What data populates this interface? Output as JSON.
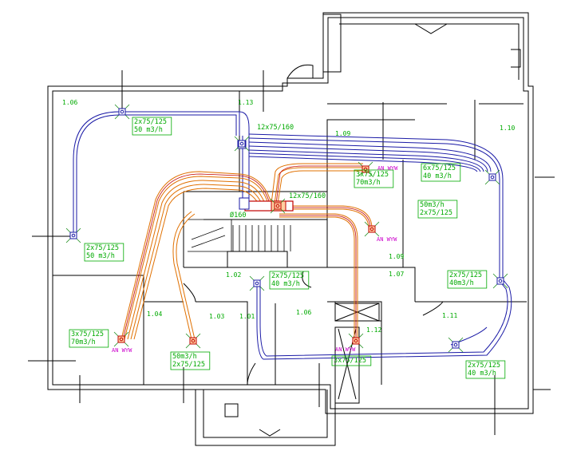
{
  "colors": {
    "background": "#ffffff",
    "walls": "#000000",
    "duct_supply": "#1a1aa6",
    "duct_exhaust": "#e07000",
    "duct_exhaust_inner": "#c00000",
    "label_text": "#00aa00",
    "magenta_text": "#cc00cc",
    "diffuser": "#1f8f1f"
  },
  "rooms": [
    {
      "id": "r106a",
      "name": "1.06"
    },
    {
      "id": "r113",
      "name": "1.13"
    },
    {
      "id": "r109a",
      "name": "1.09"
    },
    {
      "id": "r110",
      "name": "1.10"
    },
    {
      "id": "r109b",
      "name": "1.09"
    },
    {
      "id": "r107",
      "name": "1.07"
    },
    {
      "id": "r102",
      "name": "1.02"
    },
    {
      "id": "r104",
      "name": "1.04"
    },
    {
      "id": "r103",
      "name": "1.03"
    },
    {
      "id": "r101",
      "name": "1.01"
    },
    {
      "id": "r106b",
      "name": "1.06"
    },
    {
      "id": "r111",
      "name": "1.11"
    },
    {
      "id": "r112",
      "name": "1.12"
    }
  ],
  "annotations": [
    {
      "id": "a1",
      "line1": "2x75/125",
      "line2": "50 m3/h"
    },
    {
      "id": "a2",
      "line1": "12x75/160",
      "line2": ""
    },
    {
      "id": "a3",
      "line1": "6x75/125",
      "line2": "40 m3/h"
    },
    {
      "id": "a4",
      "line1": "3x75/125",
      "line2": "70m3/h"
    },
    {
      "id": "a5",
      "line1": "12x75/160",
      "line2": ""
    },
    {
      "id": "a6",
      "line1": "50m3/h",
      "line2": "2x75/125"
    },
    {
      "id": "a7",
      "line1": "2x75/125",
      "line2": "50 m3/h"
    },
    {
      "id": "a8",
      "line1": "2x75/125",
      "line2": "40m3/h"
    },
    {
      "id": "a9",
      "line1": "2x75/125",
      "line2": "40 m3/h"
    },
    {
      "id": "a10",
      "line1": "3x75/125",
      "line2": "70m3/h"
    },
    {
      "id": "a11",
      "line1": "50m3/h",
      "line2": "2x75/125"
    },
    {
      "id": "a12",
      "line1": "3x75/125",
      "line2": ""
    },
    {
      "id": "a13",
      "line1": "2x75/125",
      "line2": "40 m3/h"
    },
    {
      "id": "a14",
      "line1": "Ø160",
      "line2": ""
    }
  ],
  "exhaust_labels": [
    {
      "id": "e1",
      "text": "AN WYW"
    },
    {
      "id": "e2",
      "text": "AN WYW"
    },
    {
      "id": "e3",
      "text": "AN WYW"
    },
    {
      "id": "e4",
      "text": "AN WYW"
    }
  ]
}
